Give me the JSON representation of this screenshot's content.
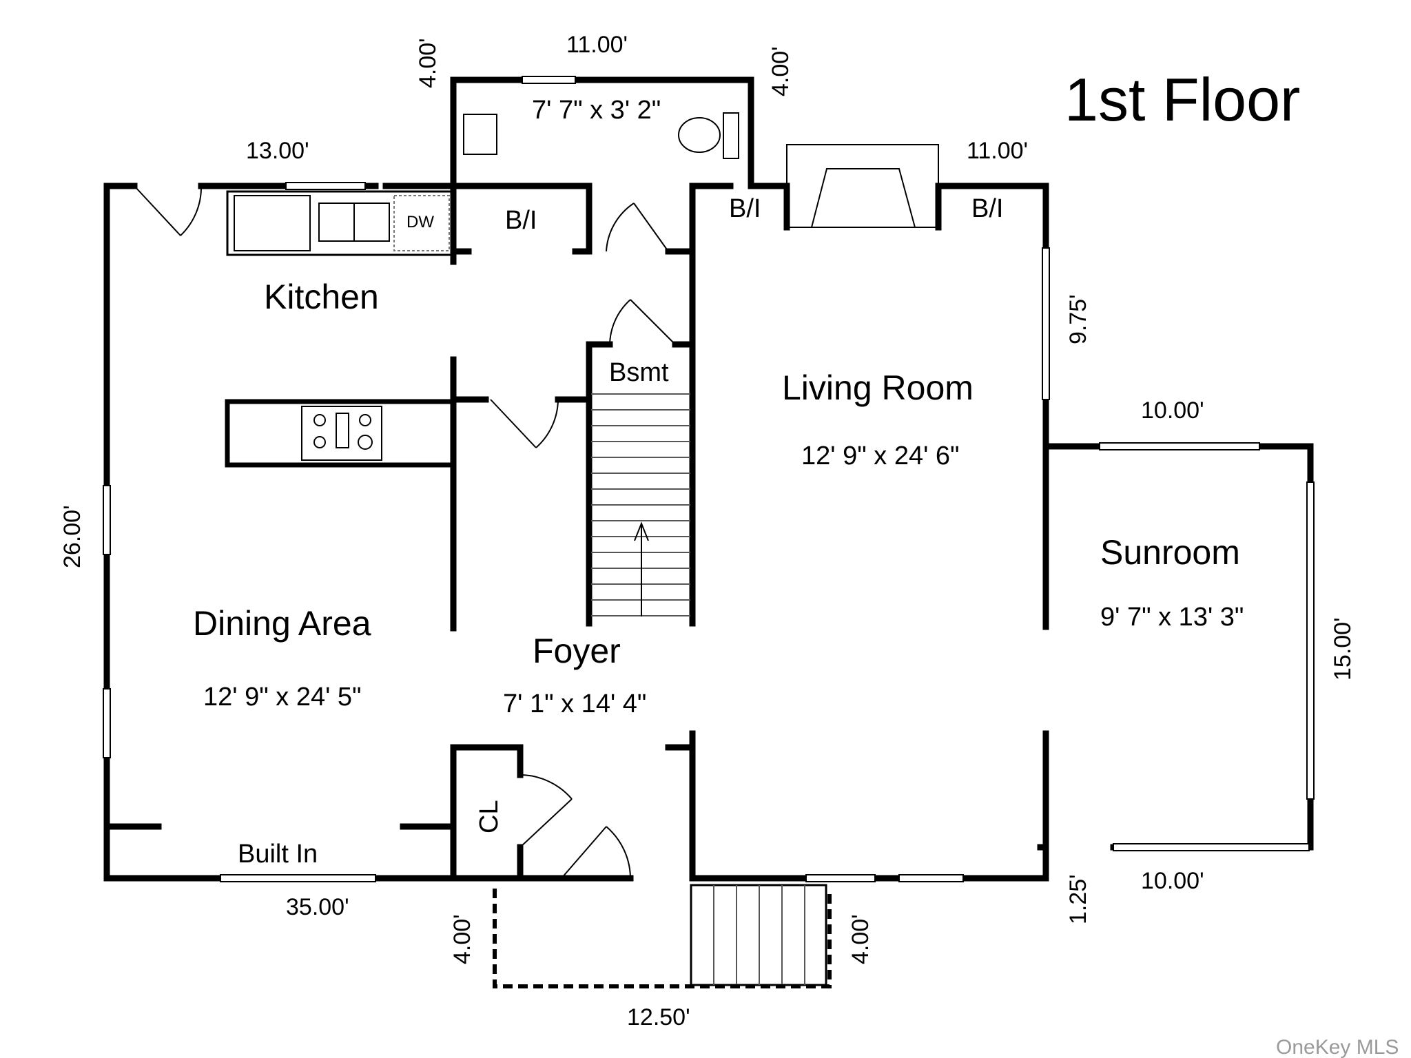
{
  "title": "1st Floor",
  "watermark": "OneKey MLS",
  "rooms": {
    "kitchen": {
      "name": "Kitchen"
    },
    "dining": {
      "name": "Dining Area",
      "size": "12' 9\" x 24' 5\""
    },
    "foyer": {
      "name": "Foyer",
      "size": "7' 1\" x 14' 4\""
    },
    "living": {
      "name": "Living Room",
      "size": "12' 9\" x 24' 6\""
    },
    "sunroom": {
      "name": "Sunroom",
      "size": "9' 7\" x 13' 3\""
    },
    "bath": {
      "size": "7' 7\" x 3' 2\""
    },
    "bsmt": {
      "name": "Bsmt"
    }
  },
  "labels": {
    "builtin_kitchen": "B/I",
    "builtin_living_left": "B/I",
    "builtin_living_right": "B/I",
    "closet": "CL",
    "built_in": "Built In",
    "dishwasher": "DW"
  },
  "dimensions": {
    "bath_top": "11.00'",
    "bath_left": "4.00'",
    "bath_right": "4.00'",
    "kitchen_top": "13.00'",
    "living_top": "11.00'",
    "living_right": "9.75'",
    "sunroom_top": "10.00'",
    "sunroom_right": "15.00'",
    "sunroom_bottom": "10.00'",
    "sunroom_offset": "1.25'",
    "left_side": "26.00'",
    "bottom": "35.00'",
    "porch_left": "4.00'",
    "porch_right": "4.00'",
    "porch_bottom": "12.50'"
  }
}
